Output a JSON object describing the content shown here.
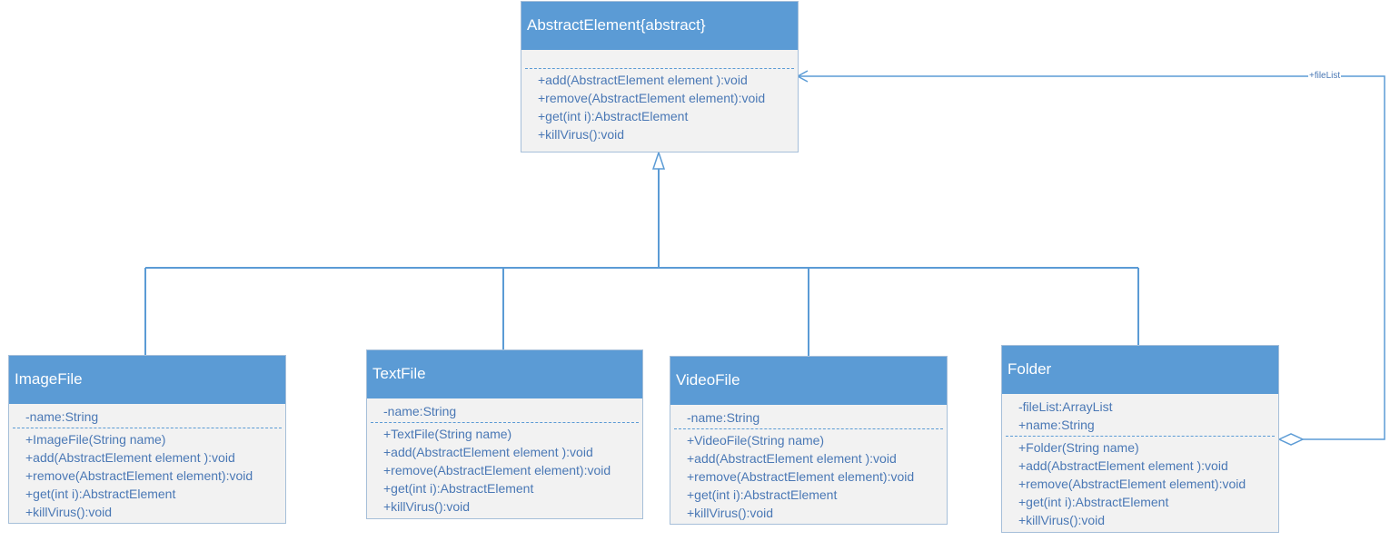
{
  "classes": {
    "abstract_element": {
      "name": "AbstractElement{abstract}",
      "attributes": [],
      "methods": [
        "+add(AbstractElement element ):void",
        "+remove(AbstractElement element):void",
        "+get(int i):AbstractElement",
        "+killVirus():void"
      ]
    },
    "image_file": {
      "name": "ImageFile",
      "attributes": [
        "-name:String"
      ],
      "methods": [
        "+ImageFile(String name)",
        "+add(AbstractElement element ):void",
        "+remove(AbstractElement element):void",
        "+get(int i):AbstractElement",
        "+killVirus():void"
      ]
    },
    "text_file": {
      "name": "TextFile",
      "attributes": [
        "-name:String"
      ],
      "methods": [
        "+TextFile(String name)",
        "+add(AbstractElement element ):void",
        "+remove(AbstractElement element):void",
        "+get(int i):AbstractElement",
        "+killVirus():void"
      ]
    },
    "video_file": {
      "name": "VideoFile",
      "attributes": [
        "-name:String"
      ],
      "methods": [
        "+VideoFile(String name)",
        "+add(AbstractElement element ):void",
        "+remove(AbstractElement element):void",
        "+get(int i):AbstractElement",
        "+killVirus():void"
      ]
    },
    "folder": {
      "name": "Folder",
      "attributes": [
        "-fileList:ArrayList",
        "+name:String"
      ],
      "methods": [
        "+Folder(String name)",
        "+add(AbstractElement element ):void",
        "+remove(AbstractElement element):void",
        "+get(int i):AbstractElement",
        "+killVirus():void"
      ]
    }
  },
  "relations": {
    "aggregation_label": "+fileList"
  },
  "colors": {
    "header": "#5b9bd5",
    "body": "#f2f2f2",
    "text": "#4a78b5",
    "line": "#5b9bd5"
  }
}
